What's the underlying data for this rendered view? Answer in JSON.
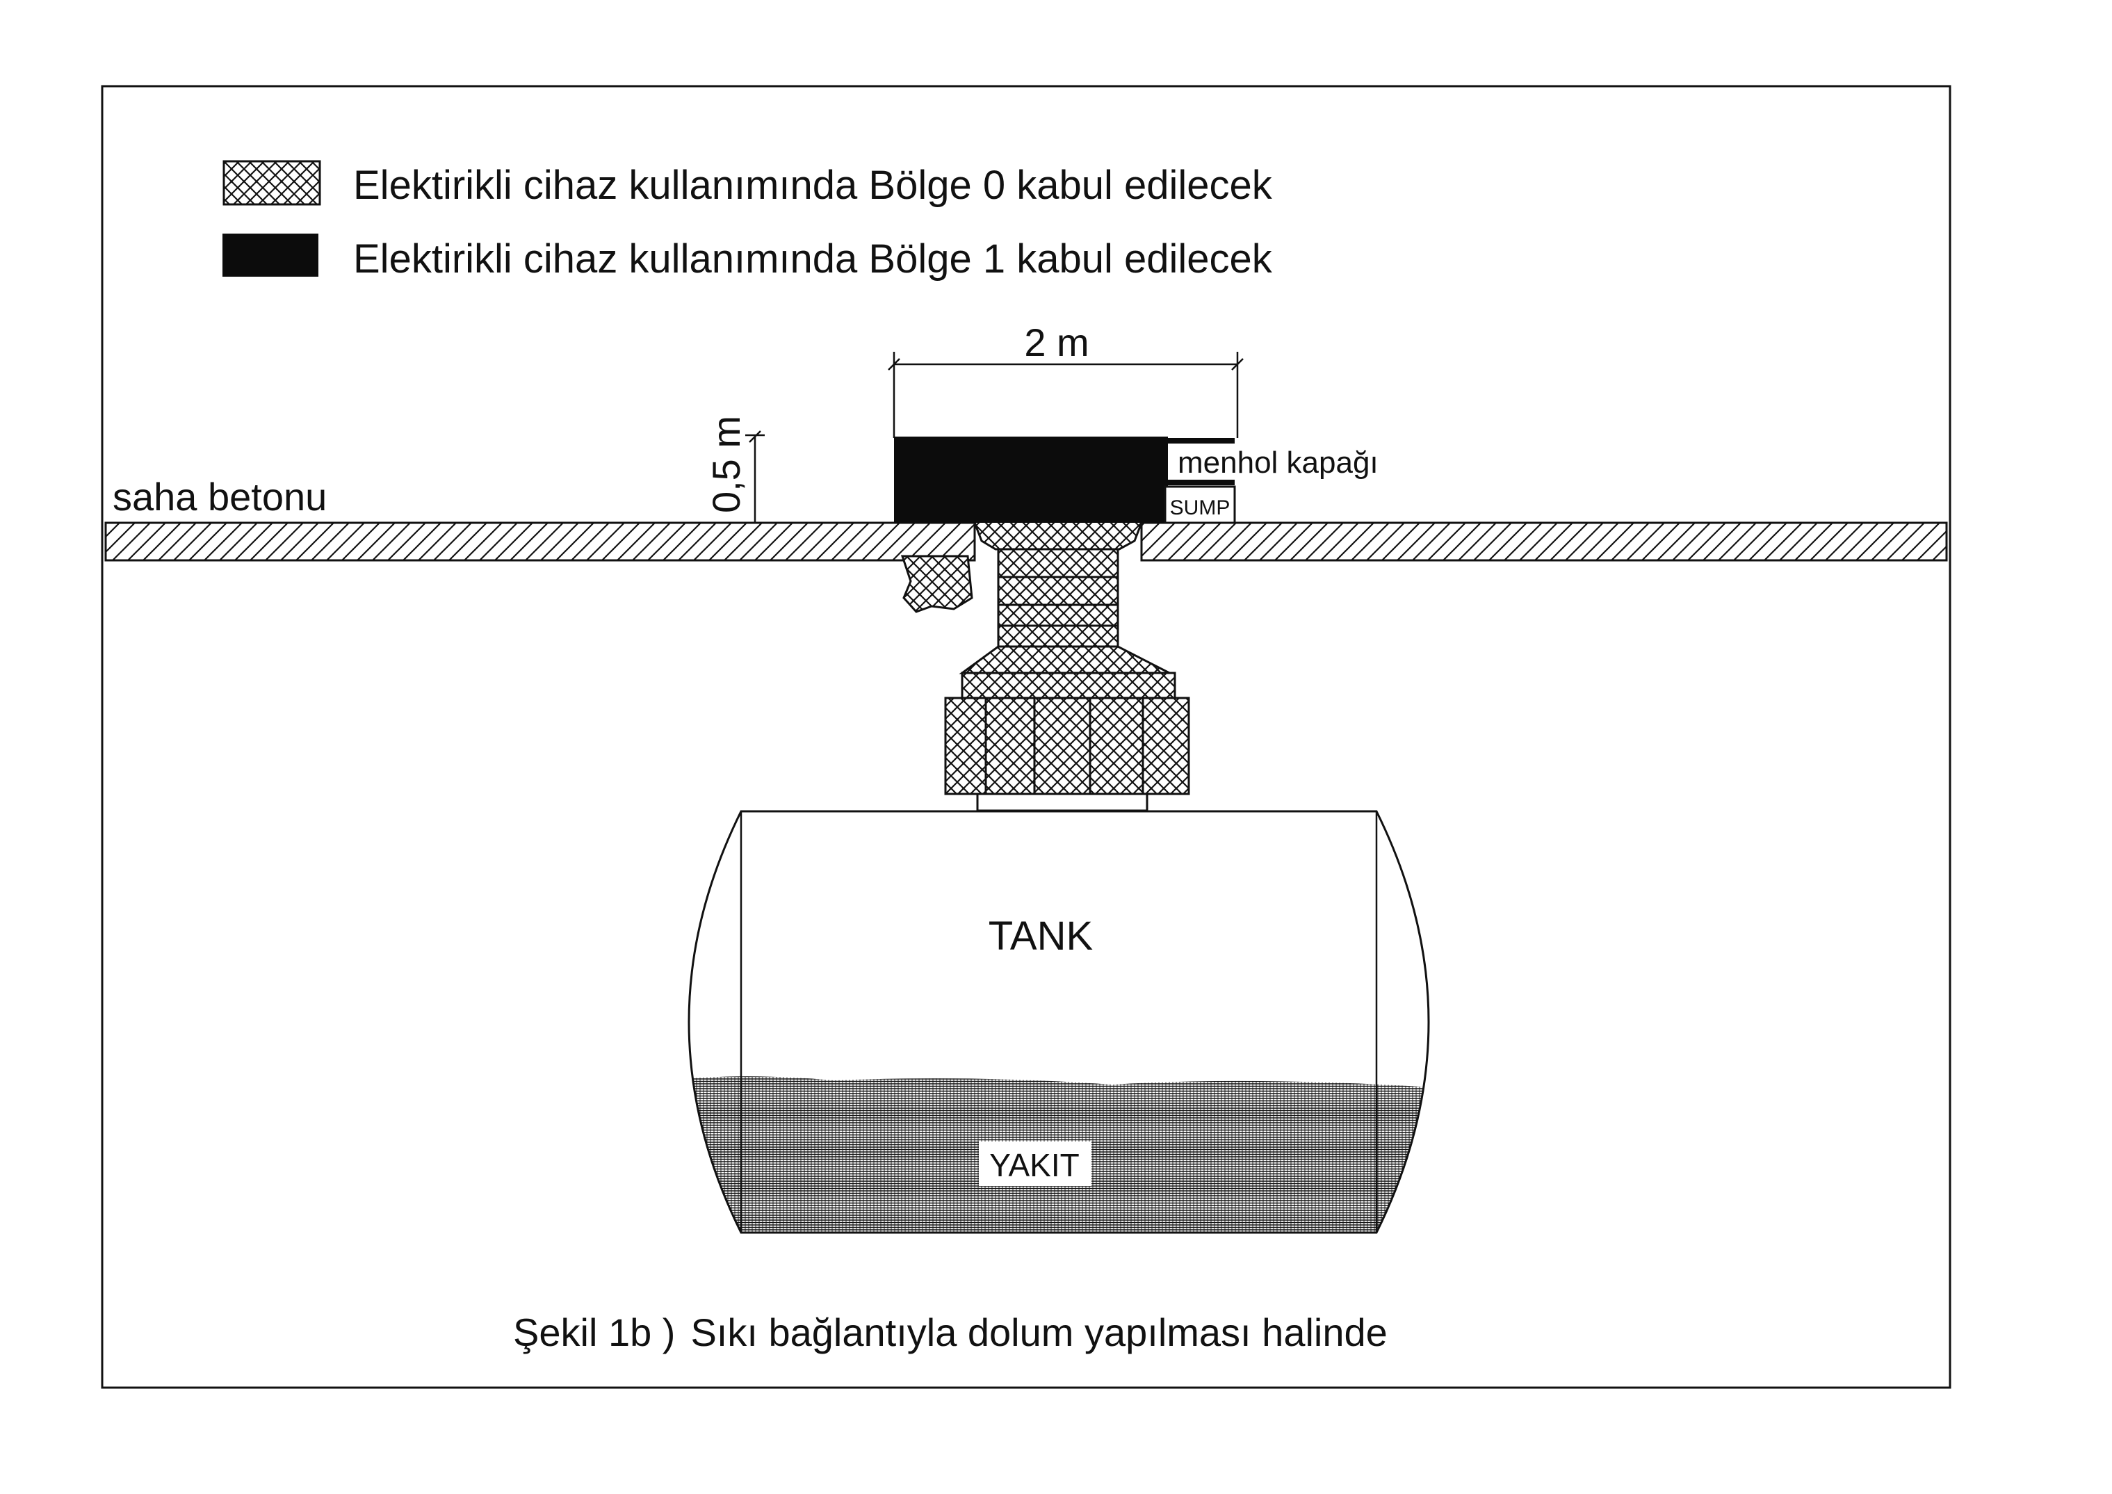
{
  "legend": {
    "zone0_text": "Elektirikli cihaz kullanımında Bölge 0 kabul edilecek",
    "zone1_text": "Elektirikli cihaz kullanımında Bölge 1 kabul edilecek"
  },
  "labels": {
    "ground": "saha betonu",
    "height_dim": "0,5 m",
    "width_dim": "2 m",
    "manhole_cover": "menhol kapağı",
    "sump": "SUMP",
    "tank": "TANK",
    "fuel": "YAKIT"
  },
  "caption": {
    "figure_number": "Şekil 1b )",
    "text": "Sıkı bağlantıyla dolum yapılması halinde"
  },
  "colors": {
    "line": "#111111",
    "zone1_fill": "#0c0c0c",
    "paper": "#ffffff"
  }
}
